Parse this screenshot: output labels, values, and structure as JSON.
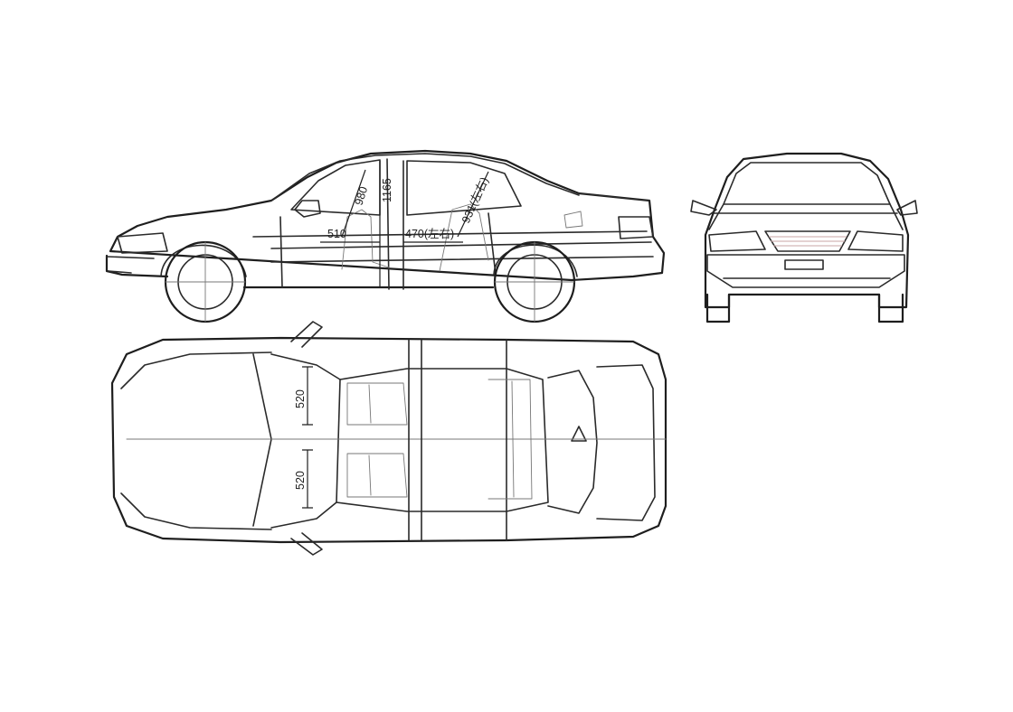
{
  "dimensions": {
    "front_legroom": "510",
    "rear_legroom": "470(左右)",
    "front_headroom": "980",
    "interior_height": "1165",
    "rear_headroom": "931(左右)",
    "front_seat_width": "520",
    "rear_seat_width": "520"
  },
  "colors": {
    "line": "#2a2a2a",
    "accent_stripe": "#c9a6a6",
    "background": "#ffffff"
  }
}
